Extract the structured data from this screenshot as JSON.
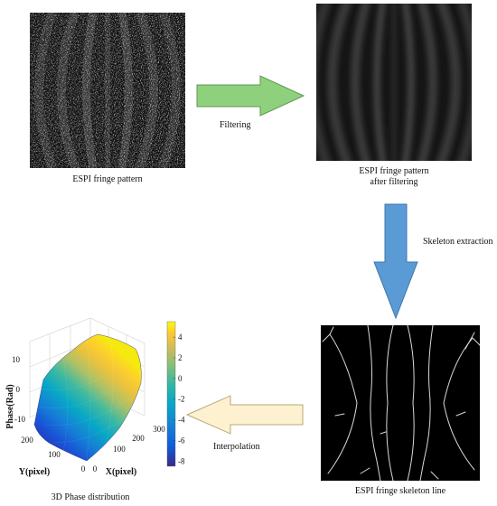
{
  "panels": {
    "raw": {
      "caption": "ESPI fringe pattern"
    },
    "filtered": {
      "caption_line1": "ESPI fringe pattern",
      "caption_line2": "after filtering"
    },
    "skeleton": {
      "caption": "ESPI fringe skeleton line"
    },
    "phase": {
      "caption": "3D Phase distribution"
    }
  },
  "arrows": {
    "filtering": {
      "label": "Filtering",
      "color": "#8fd07c",
      "stroke": "#5e9a4e"
    },
    "skeleton_extraction": {
      "label": "Skeleton extraction",
      "color": "#5b9bd5",
      "stroke": "#3f77a8"
    },
    "interpolation": {
      "label": "Interpolation",
      "color": "#fdf1cf",
      "stroke": "#b9a77a"
    }
  },
  "chart_data": {
    "type": "surface",
    "zlabel": "Phase(Rad)",
    "xlabel": "X(pixel)",
    "ylabel": "Y(pixel)",
    "z_ticks": [
      "10",
      "0",
      "-10"
    ],
    "x_ticks": [
      "0",
      "100",
      "200",
      "300"
    ],
    "y_ticks": [
      "0",
      "100",
      "200"
    ],
    "colorbar_ticks": [
      "4",
      "2",
      "0",
      "-2",
      "-4",
      "-6",
      "-8"
    ],
    "colorbar_range": [
      -8.5,
      5.5
    ],
    "colormap": [
      "#352a87",
      "#0f5cdd",
      "#1481d6",
      "#06a4ca",
      "#2eb7a4",
      "#87bf77",
      "#d1bb59",
      "#fec832",
      "#f9fb0e"
    ]
  }
}
